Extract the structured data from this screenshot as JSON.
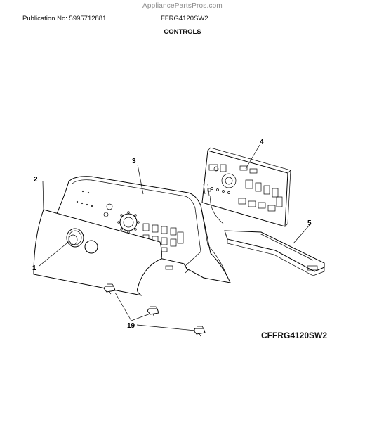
{
  "watermark": "AppliancePartsPros.com",
  "header": {
    "publication": "Publication No: 5995712881",
    "model": "FFRG4120SW2",
    "section_title": "CONTROLS"
  },
  "figure_id": "CFFRG4120SW2",
  "callouts": {
    "c1": "1",
    "c2": "2",
    "c3": "3",
    "c4": "4",
    "c5": "5",
    "c19": "19"
  }
}
